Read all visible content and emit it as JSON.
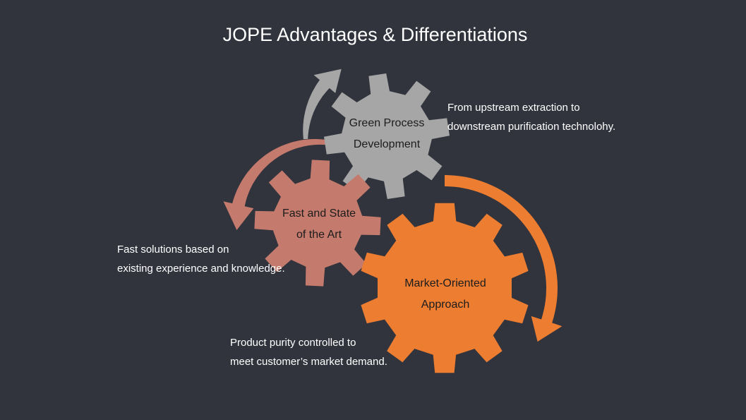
{
  "title": "JOPE Advantages & Differentiations",
  "colors": {
    "background": "#31343d",
    "gear_green": "#a6a6a6",
    "gear_fast": "#c47a6c",
    "gear_market": "#ed7d31"
  },
  "gears": {
    "green": {
      "line1": "Green Process",
      "line2": "Development"
    },
    "fast": {
      "line1": "Fast and State",
      "line2": "of the Art"
    },
    "market": {
      "line1": "Market-Oriented",
      "line2": "Approach"
    }
  },
  "descriptions": {
    "green": {
      "line1": "From upstream extraction to",
      "line2": "downstream purification technolohy."
    },
    "fast": {
      "line1": "Fast solutions based on",
      "line2": "existing experience and knowledge."
    },
    "market": {
      "line1": "Product purity controlled to",
      "line2": "meet customer’s market demand."
    }
  }
}
